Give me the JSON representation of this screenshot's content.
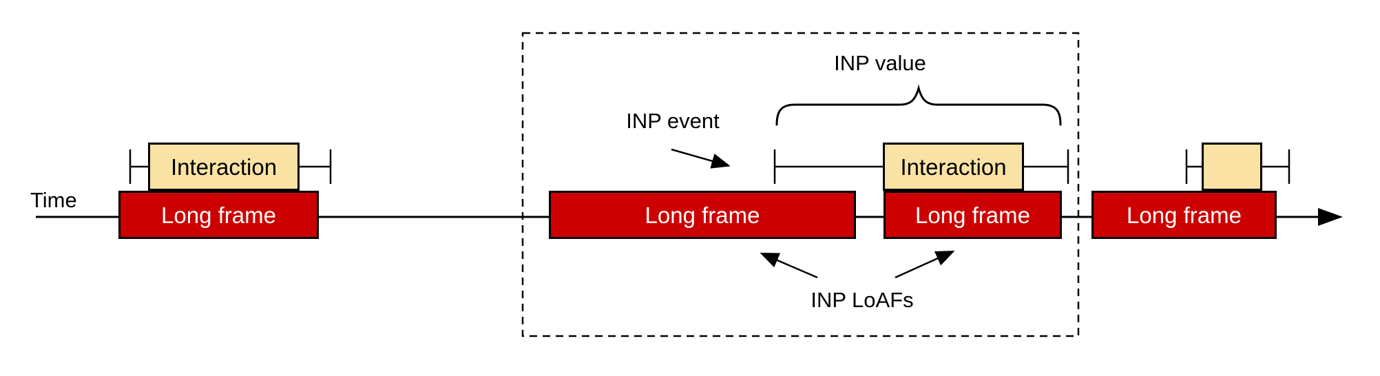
{
  "diagram": {
    "time_label": "Time",
    "frames": [
      {
        "label": "Long frame"
      },
      {
        "label": "Long frame"
      },
      {
        "label": "Long frame"
      },
      {
        "label": "Long frame"
      }
    ],
    "interactions": [
      {
        "label": "Interaction"
      },
      {
        "label": "Interaction"
      },
      {
        "label": ""
      }
    ],
    "annotations": {
      "inp_value": "INP value",
      "inp_event": "INP event",
      "inp_loafs": "INP LoAFs"
    },
    "colors": {
      "long_frame_fill": "#CC0000",
      "long_frame_text": "#FFFFFF",
      "interaction_fill": "#F9E2A3",
      "stroke": "#000000",
      "background": "#FFFFFF"
    }
  }
}
